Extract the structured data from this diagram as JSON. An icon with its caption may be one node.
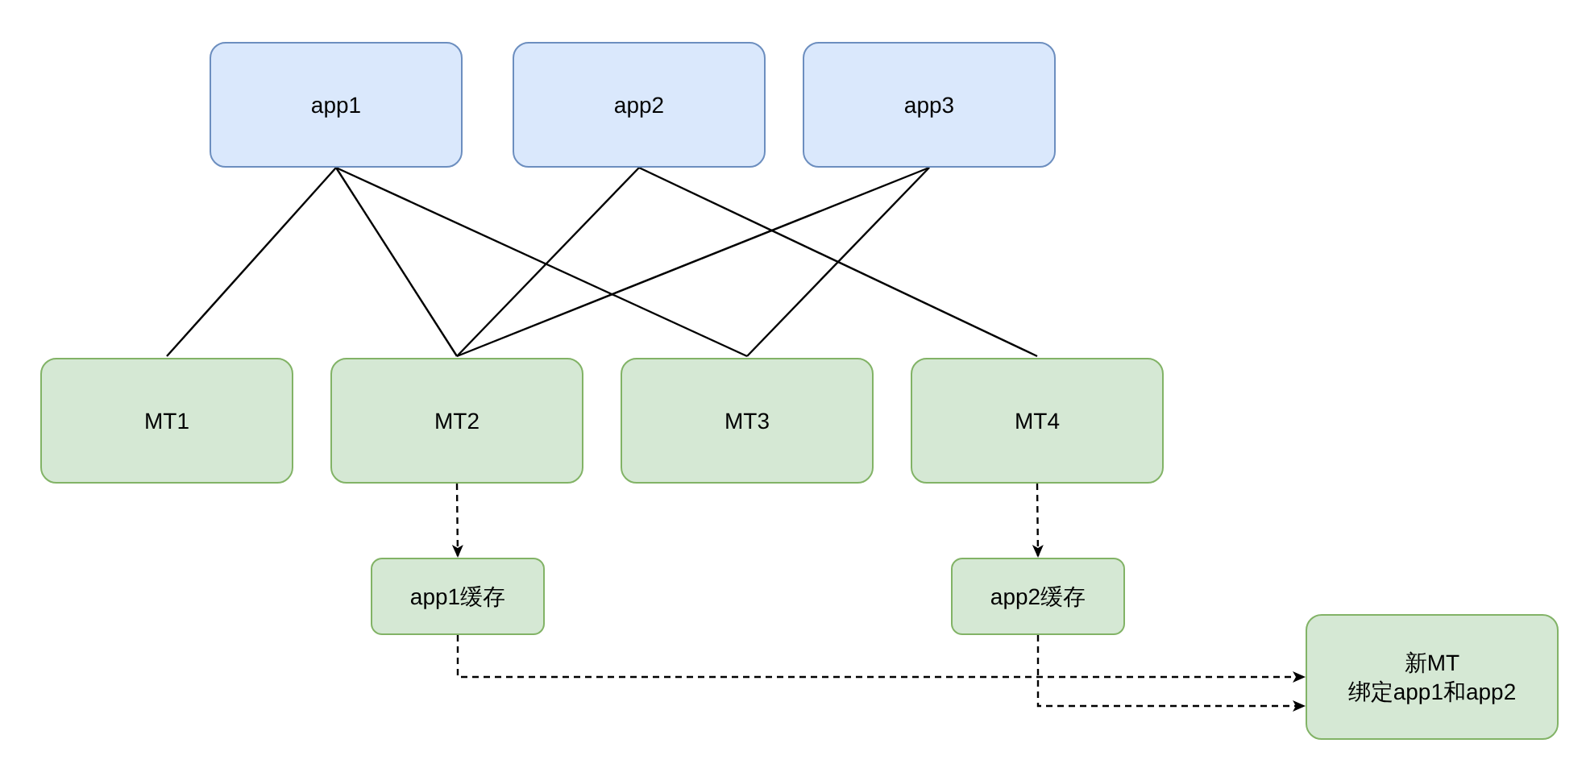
{
  "diagram": {
    "nodes": [
      {
        "text": [
          "app1"
        ]
      },
      {
        "text": [
          "app2"
        ]
      },
      {
        "text": [
          "app3"
        ]
      },
      {
        "text": [
          "MT1"
        ]
      },
      {
        "text": [
          "MT2"
        ]
      },
      {
        "text": [
          "MT3"
        ]
      },
      {
        "text": [
          "MT4"
        ]
      },
      {
        "text": [
          "app1缓存"
        ]
      },
      {
        "text": [
          "app2缓存"
        ]
      },
      {
        "text": [
          "新MT",
          "绑定app1和app2"
        ]
      }
    ],
    "edges": [
      {
        "from": 0,
        "to": 3,
        "arrow": "none"
      },
      {
        "from": 0,
        "to": 4,
        "arrow": "none"
      },
      {
        "from": 0,
        "to": 5,
        "arrow": "none"
      },
      {
        "from": 1,
        "to": 4,
        "arrow": "none"
      },
      {
        "from": 1,
        "to": 6,
        "arrow": "none"
      },
      {
        "from": 2,
        "to": 4,
        "arrow": "none"
      },
      {
        "from": 2,
        "to": 5,
        "arrow": "none"
      },
      {
        "from": 4,
        "to": 7,
        "arrow": "to",
        "style": "dashed"
      },
      {
        "from": 6,
        "to": 8,
        "arrow": "to",
        "style": "dashed"
      },
      {
        "from": 7,
        "to": 9,
        "arrow": "to",
        "style": "dashed"
      },
      {
        "from": 8,
        "to": 9,
        "arrow": "to",
        "style": "dashed"
      }
    ]
  }
}
